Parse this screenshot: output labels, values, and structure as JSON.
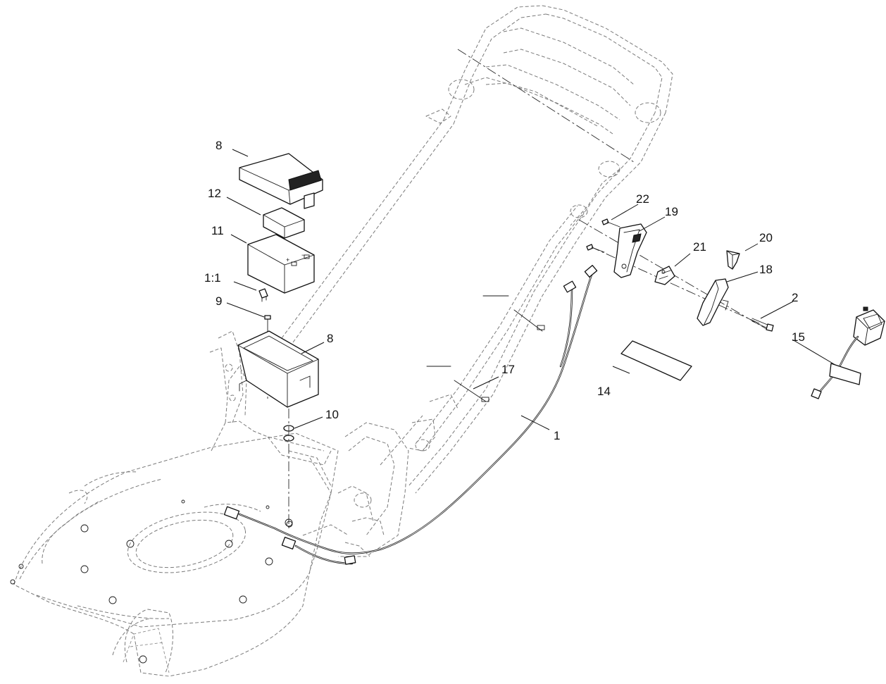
{
  "callouts": {
    "c1": "1",
    "c2": "2",
    "c8a": "8",
    "c8b": "8",
    "c9": "9",
    "c10": "10",
    "c11": "11",
    "c11b": "1:1",
    "c12": "12",
    "c14": "14",
    "c15": "15",
    "c17": "17",
    "c18": "18",
    "c19": "19",
    "c20": "20",
    "c21": "21",
    "c22": "22"
  }
}
